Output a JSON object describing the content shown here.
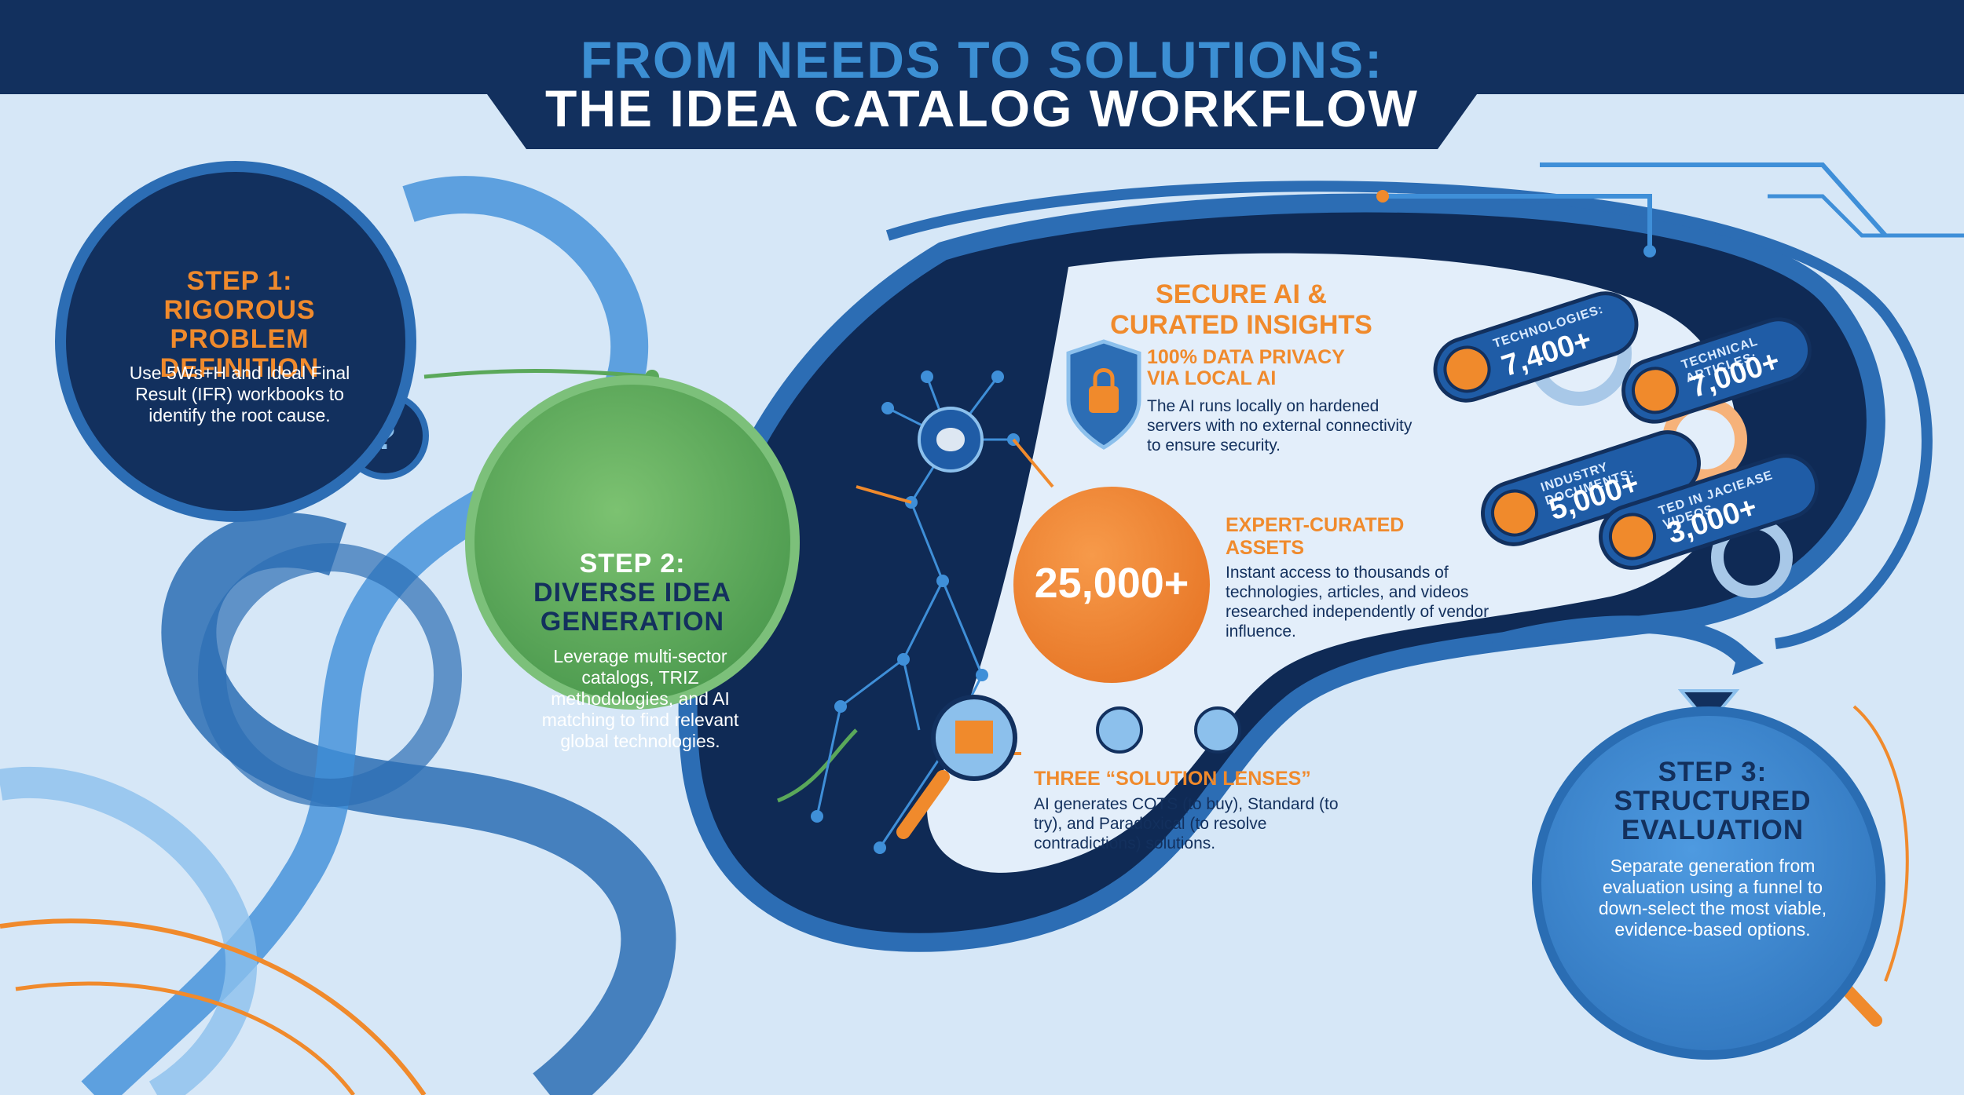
{
  "header": {
    "title_line1": "FROM NEEDS TO SOLUTIONS:",
    "title_line2": "THE IDEA CATALOG WORKFLOW"
  },
  "step1": {
    "title_a": "STEP 1:",
    "title_b": "RIGOROUS PROBLEM",
    "title_c": "DEFINITION",
    "body": "Use 5Ws+H and Ideal Final Result (IFR) workbooks to identify the root cause."
  },
  "step2": {
    "title_a": "STEP 2:",
    "title_b": "DIVERSE IDEA",
    "title_c": "GENERATION",
    "body": "Leverage multi-sector catalogs, TRIZ methodologies, and AI matching to find relevant global technologies."
  },
  "step3": {
    "title_a": "STEP 3:",
    "title_b": "STRUCTURED",
    "title_c": "EVALUATION",
    "body": "Separate generation from evaluation using a funnel to down-select the most viable, evidence-based options."
  },
  "secure": {
    "title_a": "SECURE AI &",
    "title_b": "CURATED INSIGHTS",
    "privacy_title_a": "100% DATA PRIVACY",
    "privacy_title_b": "VIA LOCAL AI",
    "privacy_body": "The AI runs locally on hardened servers with no external connectivity to ensure security.",
    "big_number": "25,000+",
    "expert_title_a": "EXPERT-CURATED",
    "expert_title_b": "ASSETS",
    "expert_body": "Instant access to thousands of technologies, articles, and videos researched independently of vendor influence.",
    "lens_title": "THREE “SOLUTION LENSES”",
    "lens_body": "AI generates COTS (to buy), Standard (to try), and Paradoxical (to resolve contradictions) solutions."
  },
  "stats": [
    {
      "label": "TECHNOLOGIES:",
      "value": "7,400+",
      "icon": "gear-icon"
    },
    {
      "label": "TECHNICAL ARTICLES:",
      "value": "7,000+",
      "icon": "document-icon"
    },
    {
      "label": "INDUSTRY DOCUMENTS:",
      "value": "5,000+",
      "icon": "document-icon"
    },
    {
      "label": "TED IN JACIEASE VIDEOS",
      "value": "3,000+",
      "icon": "video-icon"
    }
  ],
  "colors": {
    "navy": "#12305e",
    "blue": "#2c6db4",
    "orange": "#f08a2c",
    "green": "#5aa85a",
    "light_bg": "#d6e7f7"
  }
}
